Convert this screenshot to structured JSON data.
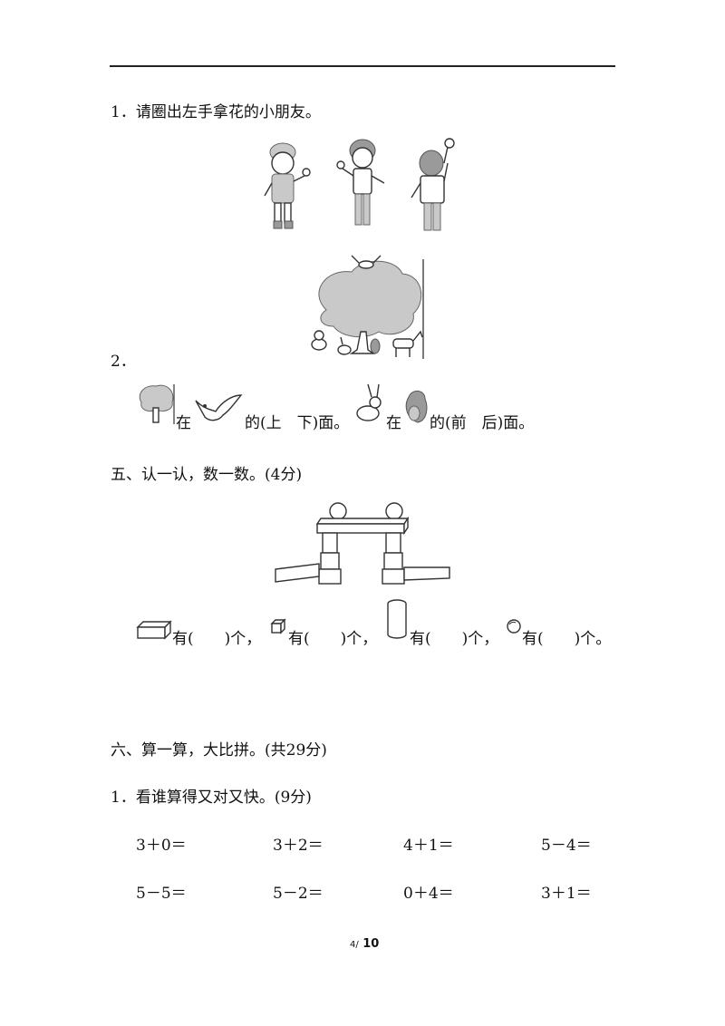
{
  "q1": {
    "number": "1．",
    "text": "请圈出左手拿花的小朋友。"
  },
  "q2": {
    "number": "2．",
    "s1": "在",
    "s2": "的(上　下)面。",
    "s3": "在",
    "s4": "的(前　后)面。"
  },
  "section5": {
    "title": "五、认一认，数一数。(4分)",
    "a1": "有(　　)个，",
    "a2": "有(　　)个，",
    "a3": "有(　　)个，",
    "a4": "有(　　)个。"
  },
  "section6": {
    "title": "六、算一算，大比拼。(共29分)",
    "sub1": "1．看谁算得又对又快。(9分)",
    "equations_row1": [
      "3＋0＝",
      "3＋2＝",
      "4＋1＝",
      "5－4＝"
    ],
    "equations_row2": [
      "5－5＝",
      "5－2＝",
      "0＋4＝",
      "3＋1＝"
    ]
  },
  "footer": {
    "page": "4/",
    "total": "10"
  }
}
